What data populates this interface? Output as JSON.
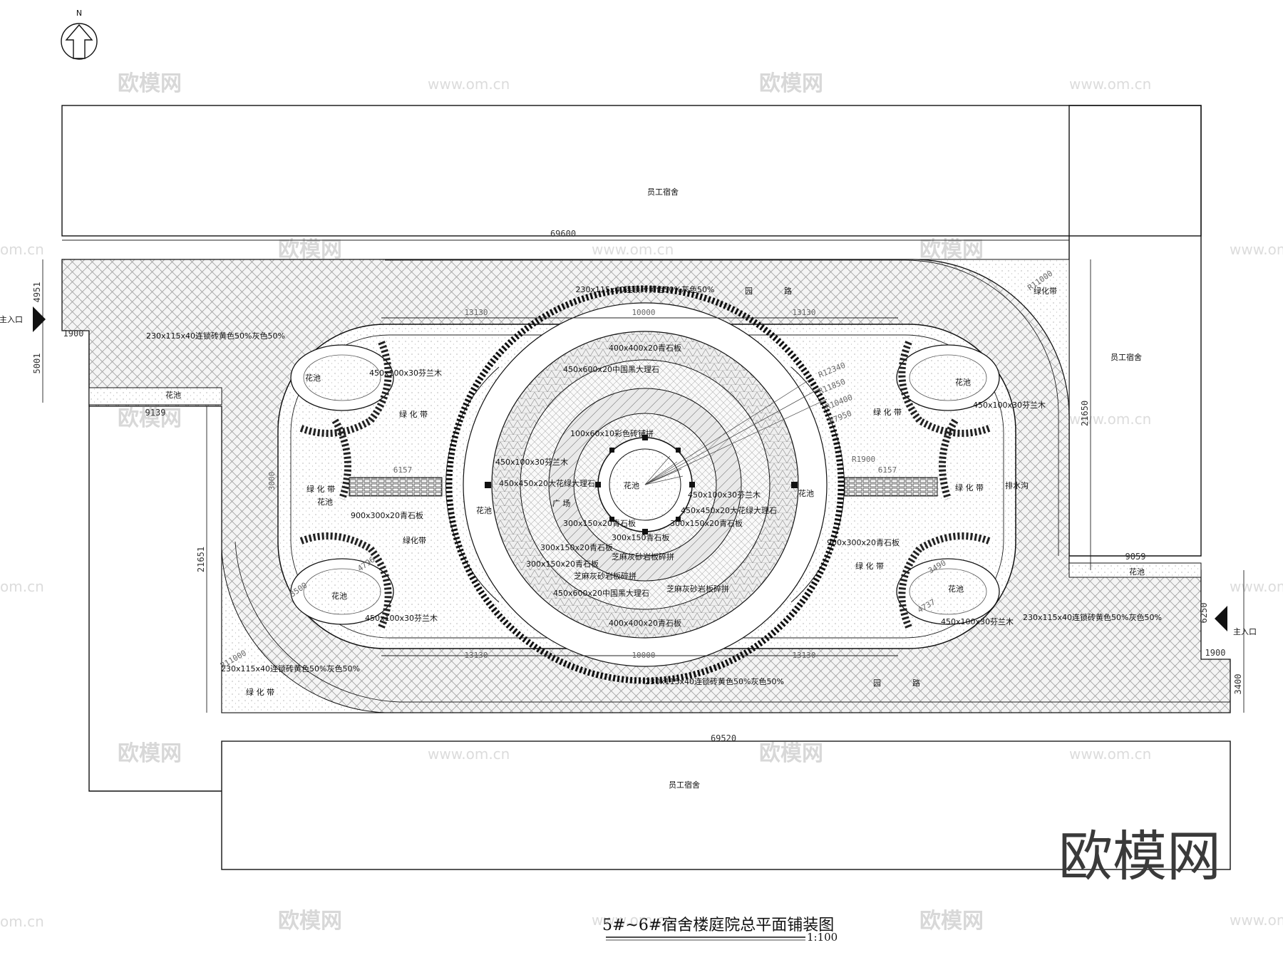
{
  "drawing": {
    "title": "5#~6#宿舍楼庭院总平面铺装图",
    "scale": "1:100",
    "north": "N"
  },
  "buildings": {
    "top": "员工宿舍",
    "right": "员工宿舍",
    "bottom": "员工宿舍"
  },
  "entrances": {
    "left": "主入口",
    "right": "主入口"
  },
  "dimensions": {
    "top_width": "69600",
    "bottom_width": "69520",
    "left_4951": "4951",
    "left_5001": "5001",
    "left_1900": "1900",
    "left_9139": "9139",
    "left_height": "21651",
    "right_height": "21650",
    "right_9059": "9059",
    "right_6250": "6250",
    "right_1900": "1900",
    "right_3400": "3400",
    "r_outer_top": "R11000",
    "r_outer_bottom": "R11000",
    "inner_width": "3000",
    "gap_left": "6157",
    "gap_right": "6157",
    "top_13130_left": "13130",
    "top_13130_right": "13130",
    "top_10000": "10000",
    "bot_13130_left": "13130",
    "bot_13130_right": "13130",
    "bot_10000": "10000",
    "r12340": "R12340",
    "r11850": "R11850",
    "r10400": "R10400",
    "r7950": "R7950",
    "r1900": "R1900",
    "d4737": "4737",
    "d3490": "3490",
    "d4796": "4796",
    "d3500": "3500"
  },
  "labels": {
    "paver_top": "230x115x40连锁砖黄色50%灰色50%",
    "paver_left": "230x115x40连锁砖黄色50%灰色50%",
    "paver_bottom_left": "230x115x40连锁砖黄色50%灰色50%",
    "paver_bottom": "230x115x40连锁砖黄色50%灰色50%",
    "paver_right": "230x115x40连锁砖黄色50%灰色50%",
    "road_top_1": "园",
    "road_top_2": "路",
    "road_bot_1": "园",
    "road_bot_2": "路",
    "green_belt_tr": "绿化带",
    "green_belt_bl": "绿 化 带",
    "flower_bed_left": "花池",
    "flower_bed_right": "花池",
    "drain": "排水沟",
    "bluestone_top": "400x400x20青石板",
    "bluestone_bot": "400x400x20青石板",
    "marble_a": "450x600x20中国黑大理石",
    "marble_b": "450x600x20中国黑大理石",
    "stone_wood_tl": "450x100x30芬兰木",
    "stone_wood_bl": "450x100x30芬兰木",
    "stone_wood_tr": "450x100x30芬兰木",
    "stone_wood_br": "450x100x30芬兰木",
    "garden_tl": "花池",
    "garden_bl": "花池",
    "garden_tr": "花池",
    "garden_br": "花池",
    "green_l1": "绿 化 带",
    "green_l2": "绿 化 带",
    "green_l3": "绿化带",
    "green_r1": "绿 化 带",
    "green_r2": "绿 化 带",
    "green_r3": "绿 化 带",
    "flower_l": "花池",
    "flower_r": "花池",
    "bluestone_900_l": "900x300x20青石板",
    "bluestone_900_r": "900x300x20青石板",
    "brick_100": "100x60x10彩色砖铺拼",
    "wood_450_c": "450x100x30芬兰木",
    "marble_450_c": "450x450x20大花绿大理石",
    "plaza": "广 场",
    "garden_c": "花池",
    "garden_ring": "花池",
    "bluestone_300_a": "300x150x20青石板",
    "bluestone_300_b": "300x150青石板",
    "bluestone_300_c": "300x150x20青石板",
    "bluestone_300_d": "300x150x20青石板",
    "wood_c_r": "450x100x30芬兰木",
    "marble_c_r": "450x450x20大花绿大理石",
    "bluestone_300_e": "300x150x20青石板",
    "granite_a": "芝麻灰砂岩板碎拼",
    "granite_b": "芝麻灰砂岩板碎拼",
    "granite_c": "芝麻灰砂岩板碎拼"
  },
  "watermarks": {
    "brand": "欧模网",
    "site": "www.om.cn",
    "site_short": "om.cn",
    "big": "欧模网"
  }
}
